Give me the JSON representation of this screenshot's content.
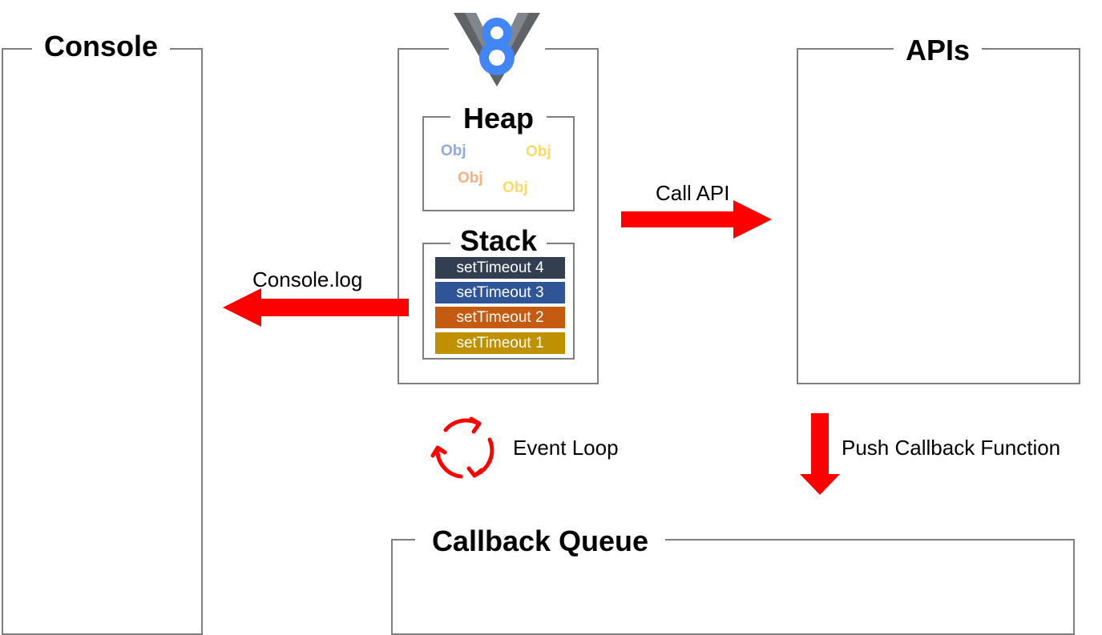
{
  "console": {
    "title": "Console"
  },
  "engine": {
    "logo": "v8-logo-icon",
    "heap": {
      "title": "Heap",
      "objects": [
        {
          "label": "Obj",
          "color": "#8faadc"
        },
        {
          "label": "Obj",
          "color": "#ffd966"
        },
        {
          "label": "Obj",
          "color": "#f4b183"
        },
        {
          "label": "Obj",
          "color": "#ffd966"
        }
      ]
    },
    "stack": {
      "title": "Stack",
      "frames": [
        {
          "label": "setTimeout 4",
          "color": "#333f50"
        },
        {
          "label": "setTimeout 3",
          "color": "#2f5597"
        },
        {
          "label": "setTimeout 2",
          "color": "#c55a11"
        },
        {
          "label": "setTimeout 1",
          "color": "#bf9000"
        }
      ]
    }
  },
  "apis": {
    "title": "APIs"
  },
  "callback_queue": {
    "title": "Callback Queue"
  },
  "arrows": {
    "call_api": "Call API",
    "console_log": "Console.log",
    "push_callback": "Push Callback Function",
    "event_loop": "Event Loop"
  },
  "colors": {
    "arrow": "#ff0000",
    "border": "#7f7f7f",
    "v8_blue": "#4285f4",
    "v8_gray": "#5f6368"
  }
}
